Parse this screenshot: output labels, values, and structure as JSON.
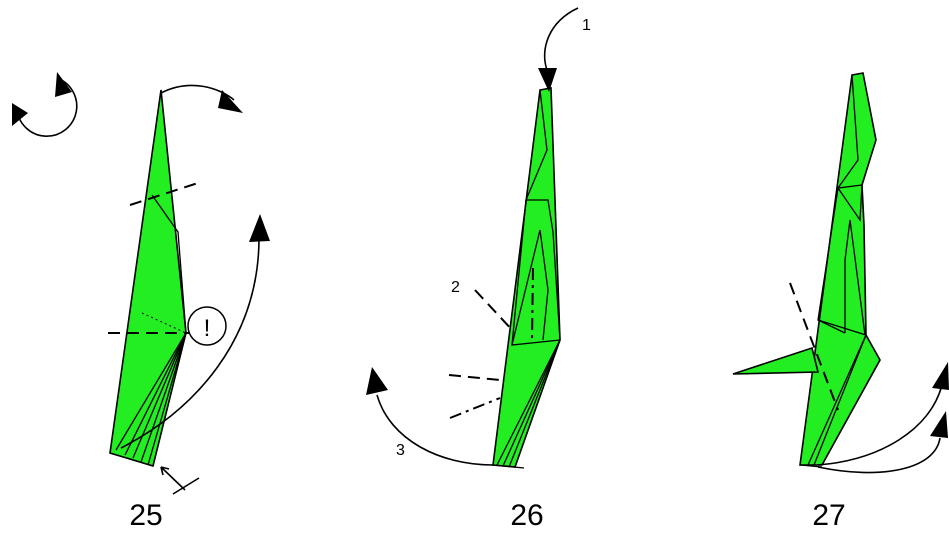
{
  "steps": [
    {
      "number": "25"
    },
    {
      "number": "26",
      "sub_labels": [
        "1",
        "2",
        "3"
      ]
    },
    {
      "number": "27"
    }
  ],
  "symbols": {
    "caution_mark": "!",
    "turn_over_icon": "turn-over-icon",
    "push_icon": "push-arrow-icon"
  },
  "colors": {
    "paper": "#22ee22",
    "line": "#000000",
    "background": "#ffffff"
  }
}
